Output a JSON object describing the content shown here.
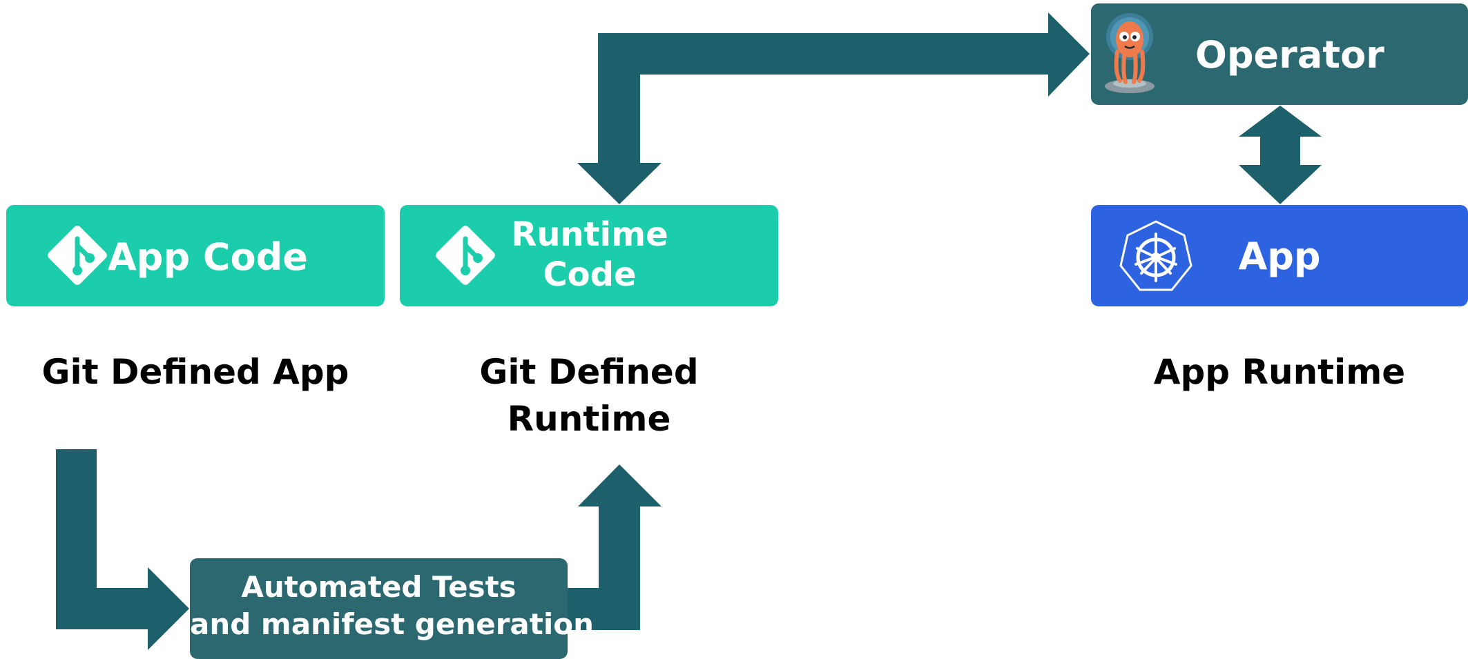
{
  "boxes": {
    "app_code": "App Code",
    "runtime_code_line1": "Runtime",
    "runtime_code_line2": "Code",
    "operator": "Operator",
    "app": "App",
    "tests_line1": "Automated Tests",
    "tests_line2": "and manifest generation"
  },
  "captions": {
    "git_defined_app": "Git Defined App",
    "git_defined_runtime_line1": "Git Defined",
    "git_defined_runtime_line2": "Runtime",
    "app_runtime": "App Runtime"
  },
  "colors": {
    "git_box": "#1ccdac",
    "operator_box": "#2c6870",
    "kubernetes_box": "#2d62e0",
    "arrow": "#1d5f6a"
  },
  "icons": {
    "git": "git-logo-icon",
    "argo": "argo-octopus-icon",
    "kubernetes": "kubernetes-helm-icon"
  }
}
